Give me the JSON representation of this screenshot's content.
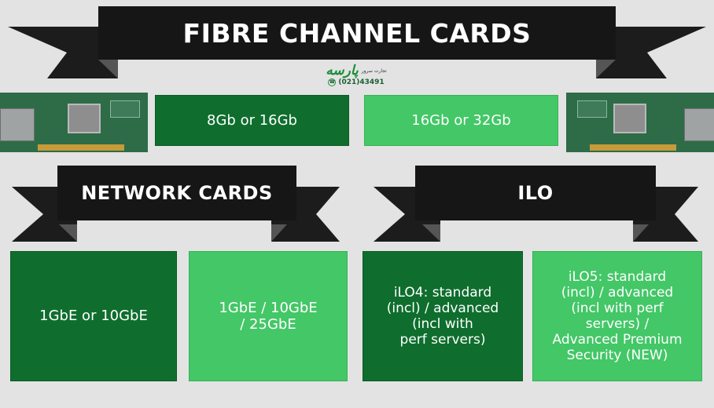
{
  "colors": {
    "background": "#e3e3e3",
    "banner": "#161616",
    "dark_green": "#0f6e2e",
    "light_green": "#43c767"
  },
  "header": {
    "title": "FIBRE CHANNEL CARDS"
  },
  "watermark": {
    "brand": "پارسه",
    "tagline": "تجارت سرور",
    "phone": "(021)43491",
    "phone_icon": "phone-icon"
  },
  "fibre": {
    "tile_left": "8Gb or 16Gb",
    "tile_right": "16Gb or 32Gb"
  },
  "network": {
    "title": "NETWORK CARDS",
    "tile_left": "1GbE or 10GbE",
    "tile_right_line1": "1GbE / 10GbE",
    "tile_right_line2": "/ 25GbE"
  },
  "ilo": {
    "title": "ILO",
    "ilo4_lines": [
      "iLO4: standard",
      "(incl) / advanced",
      "(incl with",
      "perf servers)"
    ],
    "ilo5_lines": [
      "iLO5: standard",
      "(incl) / advanced",
      "(incl with perf",
      "servers) /",
      "Advanced Premium",
      "Security (NEW)"
    ]
  }
}
